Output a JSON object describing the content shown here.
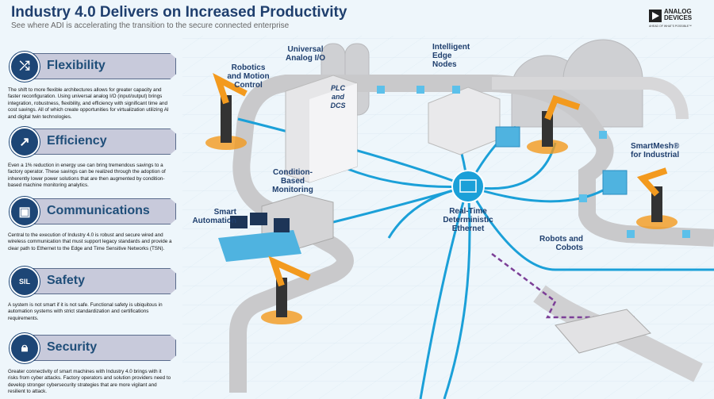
{
  "header": {
    "title": "Industry 4.0 Delivers on Increased Productivity",
    "subtitle": "See where ADI is accelerating the transition to the secure connected enterprise"
  },
  "logo": {
    "name": "ANALOG DEVICES",
    "tagline": "AHEAD OF WHAT'S POSSIBLE™"
  },
  "colors": {
    "navy": "#1d4676",
    "title": "#1f4e79",
    "network": "#1ba0d8",
    "robot": "#f39a1e",
    "conveyor": "#c9c9cb"
  },
  "panels": [
    {
      "title": "Flexibility",
      "icon": "shuffle-icon",
      "text": "The shift to more flexible architectures allows for greater capacity and faster reconfiguration. Using universal analog I/O (input/output) brings integration, robustness, flexibility, and efficiency with significant time and cost savings. All of which create opportunities for virtualization utilizing AI and digital twin technologies."
    },
    {
      "title": "Efficiency",
      "icon": "growth-chart-icon",
      "text": "Even a 1% reduction in energy use can bring tremendous savings to a factory operator. These savings can be realized through the adoption of inherently lower power solutions that are then augmented by condition-based machine monitoring analytics."
    },
    {
      "title": "Communications",
      "icon": "ethernet-port-icon",
      "text": "Central to the execution of Industry 4.0 is robust and secure wired and wireless communication that must support legacy standards and provide a clear path to Ethernet to the Edge and Time Sensitive Networks (TSN)."
    },
    {
      "title": "Safety",
      "icon": "sil-badge-icon",
      "icon_text": "SIL",
      "text": "A system is not smart if it is not safe. Functional safety is ubiquitous in automation systems with strict standardization and certifications requirements."
    },
    {
      "title": "Security",
      "icon": "padlock-icon",
      "text": "Greater connectivity of smart machines with Industry 4.0 brings with it risks from cyber attacks. Factory operators and solution providers need to develop stronger cybersecurity strategies that are more vigilant and resilient to attack."
    }
  ],
  "labels": {
    "robotics": "Robotics and Motion Control",
    "analog_io": "Universal Analog I/O",
    "plc": "PLC and DCS",
    "edge": "Intelligent Edge Nodes",
    "cbm": "Condition-Based Monitoring",
    "smart_automation": "Smart Automation",
    "ethernet": "Real-Time Deterministic Ethernet",
    "smartmesh": "SmartMesh® for Industrial",
    "cobots": "Robots and Cobots"
  }
}
